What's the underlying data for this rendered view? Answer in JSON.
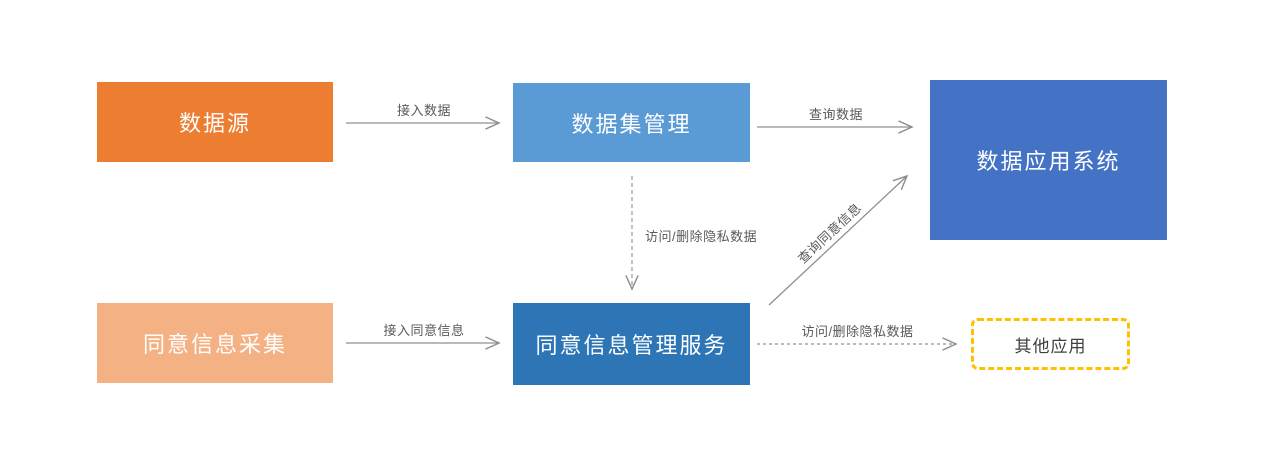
{
  "diagram": {
    "background_color": "#FFFFFF",
    "arrow_color": "#8C8C8C",
    "edge_label_color": "#595959",
    "nodes": {
      "data_source": {
        "label": "数据源",
        "fill": "#ED7D31",
        "text_color": "#FFFFFF"
      },
      "dataset_management": {
        "label": "数据集管理",
        "fill": "#5B9BD5",
        "text_color": "#FFFFFF"
      },
      "data_application_system": {
        "label": "数据应用系统",
        "fill": "#4472C4",
        "text_color": "#FFFFFF"
      },
      "consent_collection": {
        "label": "同意信息采集",
        "fill": "#F4B183",
        "text_color": "#FFFFFF"
      },
      "consent_management_service": {
        "label": "同意信息管理服务",
        "fill": "#2E75B6",
        "text_color": "#FFFFFF"
      },
      "other_applications": {
        "label": "其他应用",
        "border_color": "#FFC000",
        "border_style": "dashed",
        "text_color": "#404040"
      }
    },
    "edges": {
      "ingest_data": {
        "label": "接入数据",
        "from": "data_source",
        "to": "dataset_management",
        "style": "solid"
      },
      "query_data": {
        "label": "查询数据",
        "from": "dataset_management",
        "to": "data_application_system",
        "style": "solid"
      },
      "access_delete_private_data_vertical": {
        "label": "访问/删除隐私数据",
        "from": "dataset_management",
        "to": "consent_management_service",
        "style": "dashed"
      },
      "ingest_consent_info": {
        "label": "接入同意信息",
        "from": "consent_collection",
        "to": "consent_management_service",
        "style": "solid"
      },
      "query_consent_info": {
        "label": "查询同意信息",
        "from": "consent_management_service",
        "to": "data_application_system",
        "style": "solid"
      },
      "access_delete_private_data_horizontal": {
        "label": "访问/删除隐私数据",
        "from": "consent_management_service",
        "to": "other_applications",
        "style": "dashed"
      }
    }
  }
}
